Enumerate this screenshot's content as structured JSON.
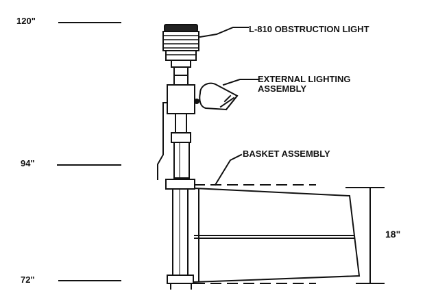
{
  "diagram": {
    "height_marks": {
      "top": "120\"",
      "middle": "94\"",
      "bottom": "72\""
    },
    "callouts": {
      "obstruction_light": "L-810 OBSTRUCTION LIGHT",
      "external_lighting": "EXTERNAL LIGHTING ASSEMBLY",
      "basket": "BASKET ASSEMBLY"
    },
    "dimension": "18\""
  }
}
